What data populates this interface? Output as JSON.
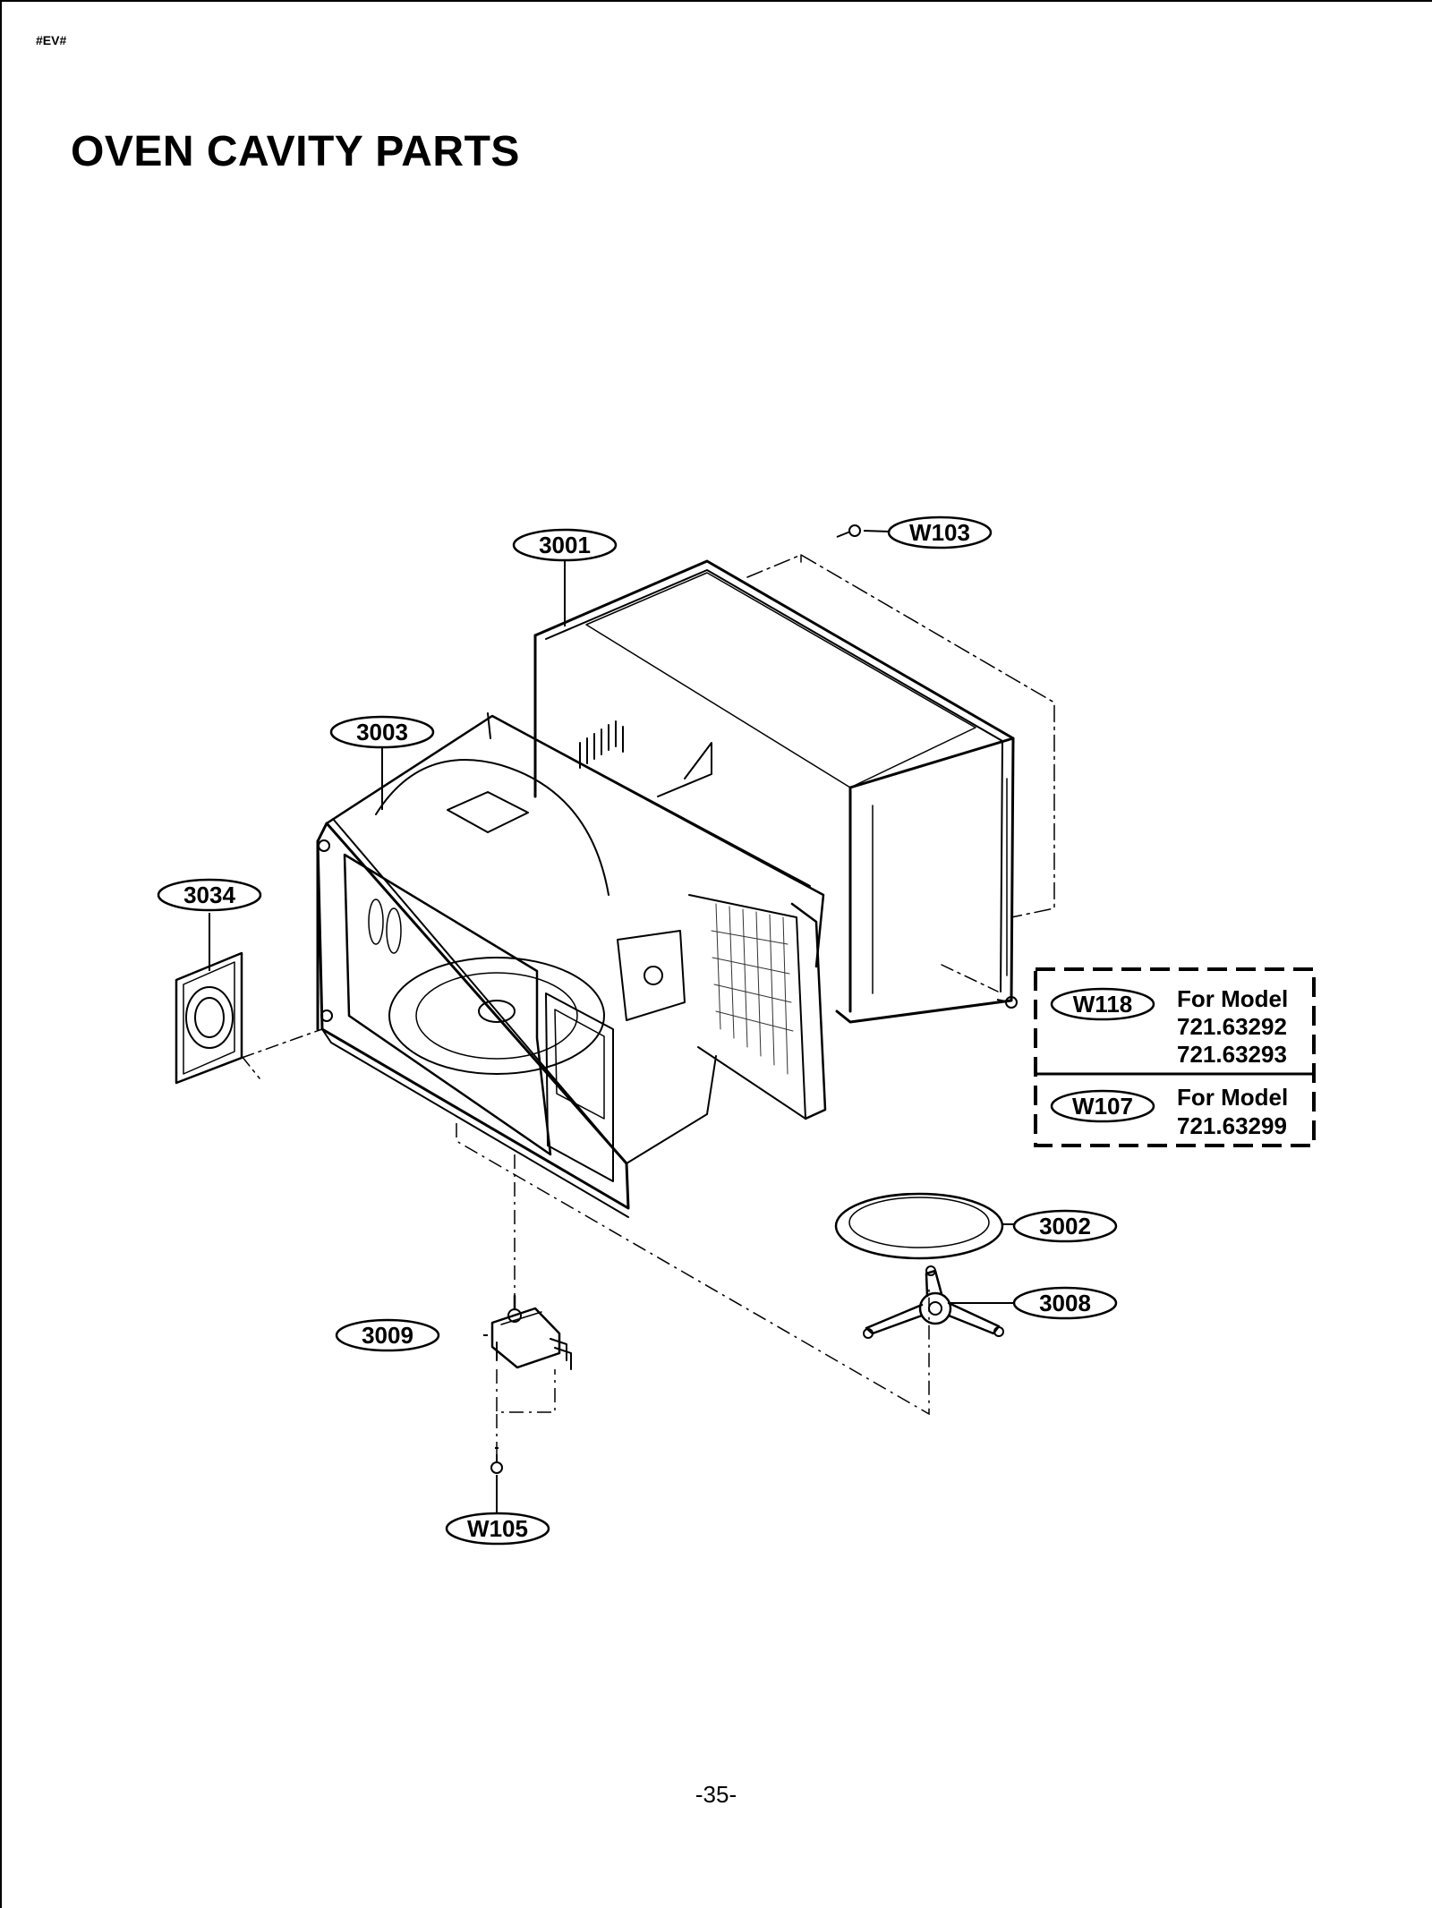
{
  "header_tag": "#EV#",
  "title": "OVEN CAVITY PARTS",
  "page_number": "-35-",
  "callouts": {
    "c3001": "3001",
    "c3003": "3003",
    "c3034": "3034",
    "c3002": "3002",
    "c3008": "3008",
    "c3009": "3009",
    "cW103": "W103",
    "cW105": "W105",
    "cW118": "W118",
    "cW107": "W107"
  },
  "model_box": {
    "w118_line1": "For Model",
    "w118_line2": "721.63292",
    "w118_line3": "721.63293",
    "w107_line1": "For Model",
    "w107_line2": "721.63299"
  }
}
